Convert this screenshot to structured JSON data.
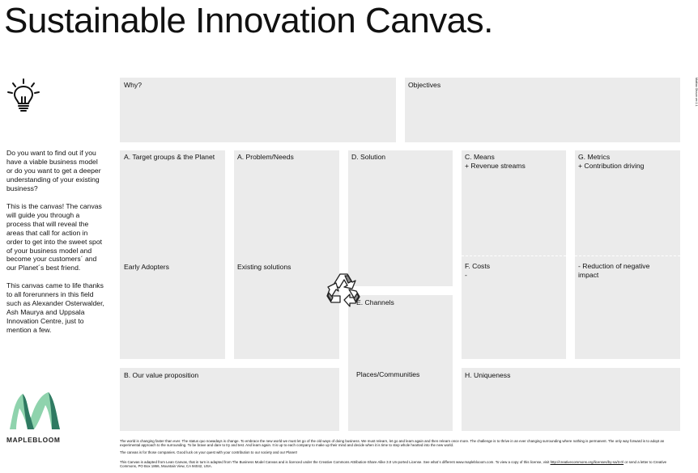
{
  "title": "Sustainable Innovation Canvas.",
  "version_note": "Mattias Olsson ver.1.1",
  "intro": {
    "p1": "Do you want to find out if you have a viable business model or do you want to get a deeper understanding of your existing business?",
    "p2": "This is the canvas! The canvas will guide you through a process that will reveal the areas that call for action in order to get into the sweet spot of your business model and become your customers´ and our Planet´s best friend.",
    "p3": "This canvas came to life thanks to all forerunners in this field such as Alexander Osterwalder, Ash Maurya and Uppsala Innovation Centre, just to mention a few."
  },
  "brand": {
    "name": "MAPLEBLOOM"
  },
  "colors": {
    "box": "#ebebeb",
    "logo_dark": "#2f7a62",
    "logo_light": "#8fd3ad"
  },
  "icons": {
    "idea": "lightbulb-icon",
    "recycle": "recycle-icon"
  },
  "boxes": {
    "why": "Why?",
    "objectives": "Objectives",
    "target_groups": "A. Target groups & the Planet",
    "early_adopters": "Early Adopters",
    "problem": "A. Problem/Needs",
    "existing_solutions": "Existing  solutions",
    "solution": "D. Solution",
    "channels": "E. Channels",
    "places": "Places/Communities",
    "means_1": "C. Means",
    "means_2": "+ Revenue streams",
    "costs_1": "F. Costs",
    "costs_2": "-",
    "metrics_1": "G. Metrics",
    "metrics_2": "+ Contribution driving",
    "reduction_1": "- Reduction of negative",
    "reduction_2": "impact",
    "value_prop": "B. Our value proposition",
    "uniqueness": "H. Uniqueness"
  },
  "footer": {
    "p1": "The world is changing faster than ever. The status quo nowadays is change. To embrace the new world we must let go of the old ways of doing business. We must relearn, let go and learn again and then relearn once more. The challenge is to thrive in an ever changing surrounding where nothing is permanent. The only way forward is to adopt an experimental approach to the surrounding. To be brave and dare to try and test. And learn again.  It is up to each company to make up their mind and decide when it is time to step whole hearted into the new world.",
    "p2": "The canvas is for those companies. Good luck on your quest with your contribution to our society and our Planet!",
    "p3": "This Canvas is adapted from Lean Canvas, that in turn is adapted from The Business Model Canvas and is licenced under the Creative Commons Attribution-Share Alike 3.0 Un-ported License. See what´s different www.mapleblooom.com. To view a copy of this license, visit",
    "link": "http://creativecommons.org/licenses/by-sa/3.0/",
    "p4": "or send a letter to Creative Commons, PO Box 1866, Mountain View, CA 94042, USA."
  }
}
